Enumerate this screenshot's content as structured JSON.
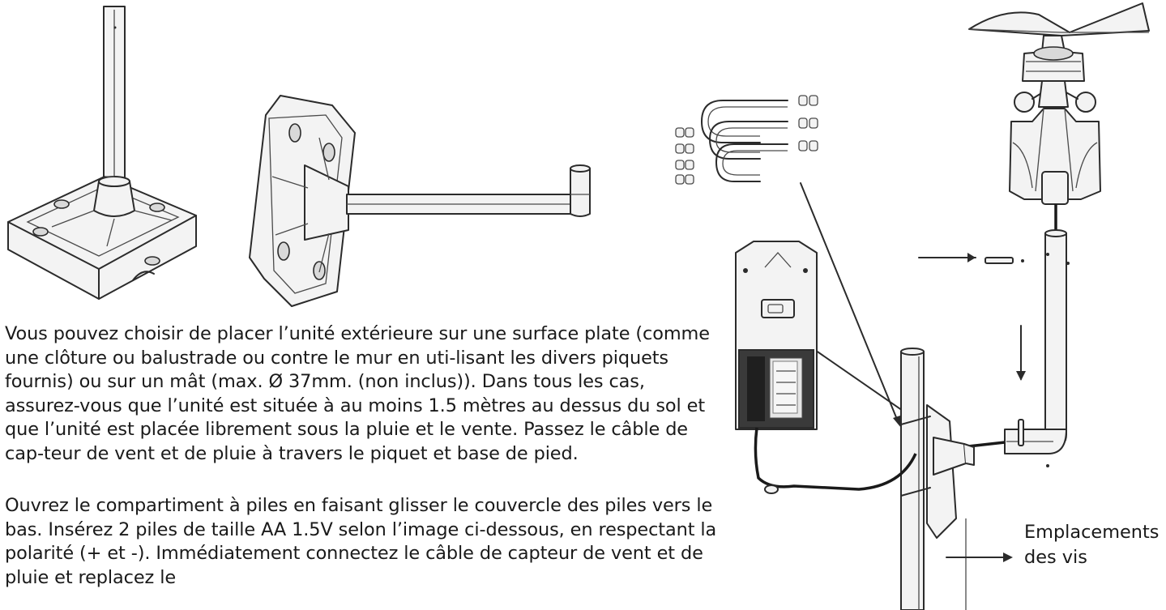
{
  "text": {
    "paragraph1": "Vous pouvez choisir de placer l’unité extérieure sur une surface plate (comme une clôture ou balustrade ou contre le mur en uti-lisant les divers piquets fournis) ou sur un mât (max. Ø 37mm. (non inclus)). Dans tous les cas, assurez-vous que l’unité est située à au moins 1.5 mètres au dessus du sol et que l’unité est placée librement sous la pluie et le vente. Passez le câble de cap-teur de vent et de pluie à travers le piquet et base de pied.",
    "paragraph2": "Ouvrez le compartiment à piles en faisant glisser le couvercle des piles vers le bas. Insérez 2 piles de taille AA 1.5V selon l’image ci-dessous, en respectant la polarité (+ et -). Immédiatement connectez le câble de capteur de vent et de pluie et replacez le",
    "screw_label_line1": "Emplacements",
    "screw_label_line2": "des vis"
  },
  "figures": {
    "pole_stand": "pole-on-base-illustration",
    "wall_bracket": "wall-bracket-illustration",
    "u_bolts": "u-bolts-and-nuts-illustration",
    "sensor_mount": "weather-sensor-mount-illustration"
  }
}
